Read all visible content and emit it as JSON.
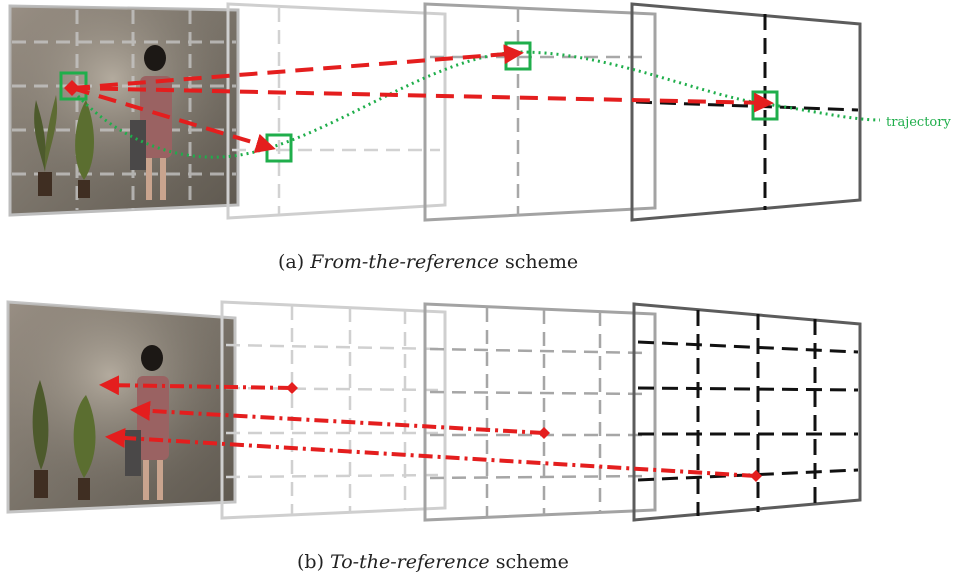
{
  "panel_a": {
    "caption_prefix": "(a) ",
    "caption_italic": "From-the-reference",
    "caption_suffix": " scheme",
    "trajectory_label": "trajectory"
  },
  "panel_b": {
    "caption_prefix": "(b) ",
    "caption_italic": "To-the-reference",
    "caption_suffix": " scheme"
  },
  "colors": {
    "motion_vector": "#e41e1e",
    "trajectory": "#1fae4b",
    "frame_light": "#c8c8c8",
    "frame_mid": "#a8a8a8",
    "frame_dark": "#5a5a5a"
  }
}
